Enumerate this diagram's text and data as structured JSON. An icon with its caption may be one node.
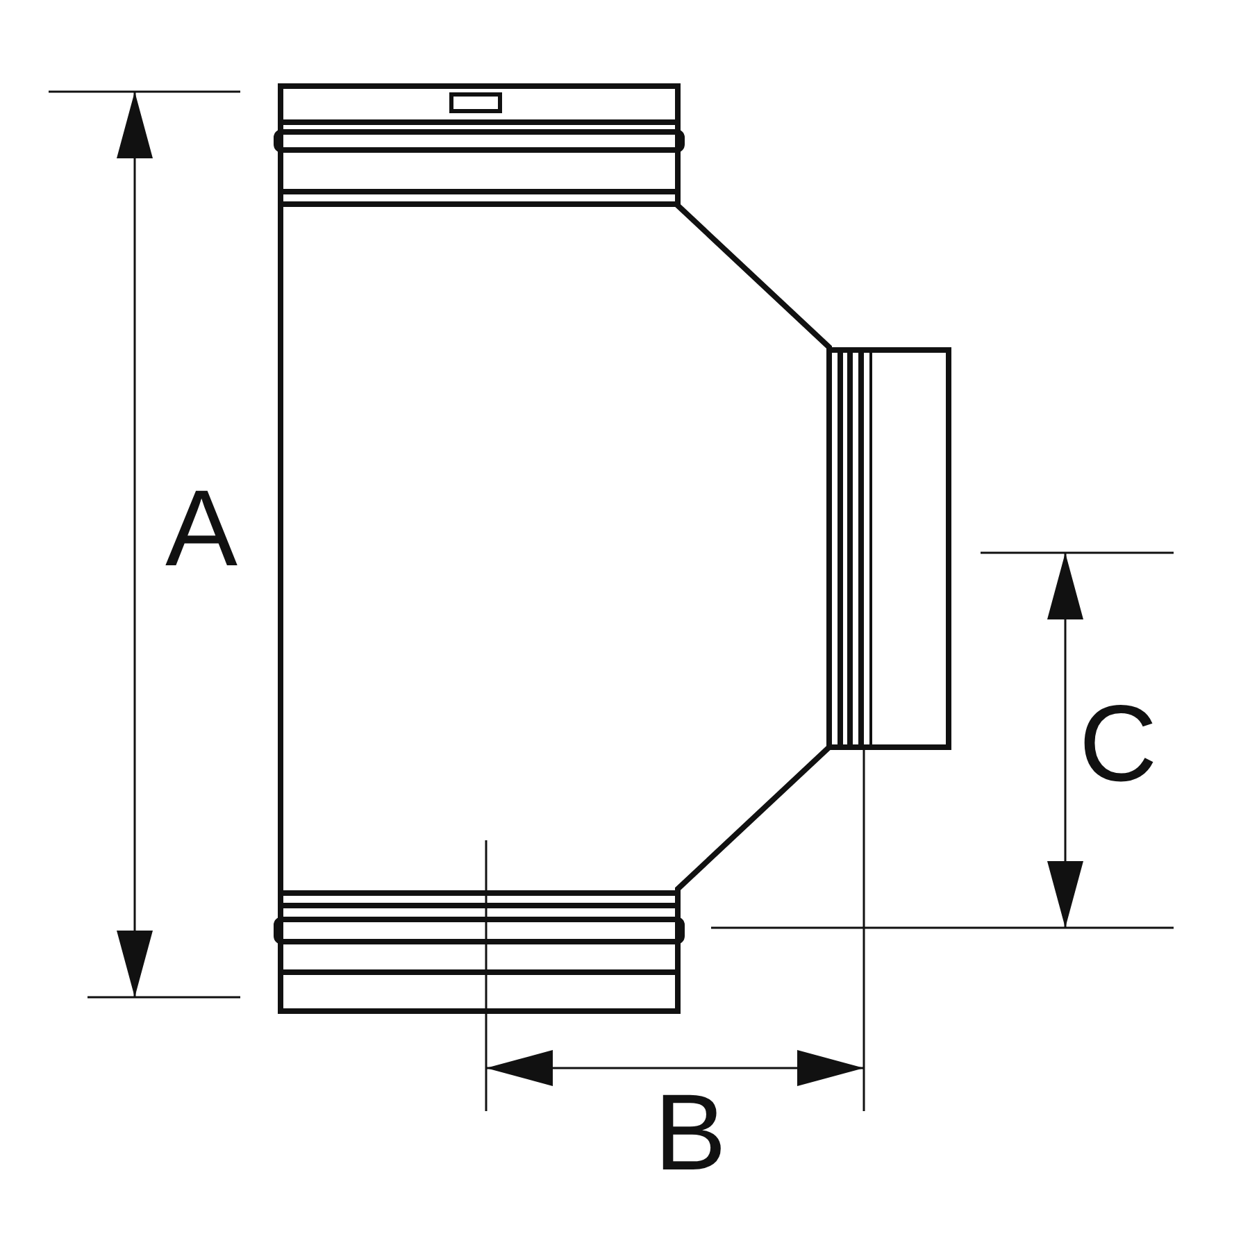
{
  "diagram": {
    "labels": [
      "A",
      "C",
      "B"
    ]
  }
}
